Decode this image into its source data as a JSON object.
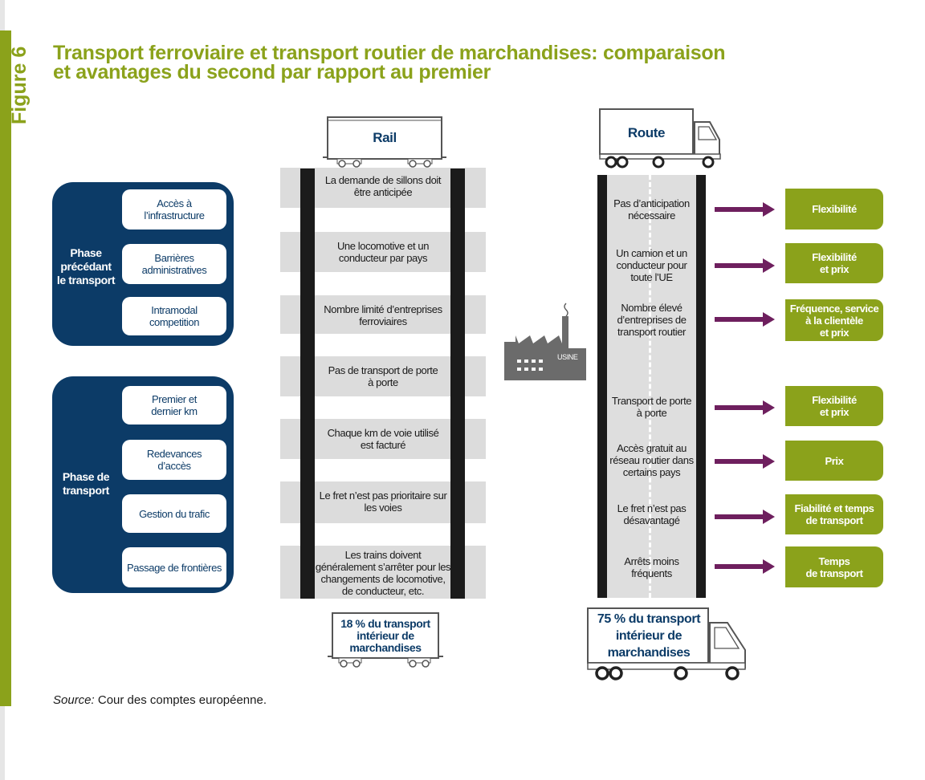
{
  "figure_label": "Figure 6",
  "title_line1": "Transport ferroviaire et transport routier de marchandises: comparaison",
  "title_line2": "et avantages du second par rapport au premier",
  "phases": {
    "pre": {
      "label": "Phase\nprécédant\nle transport",
      "items": [
        "Accès à\nl’infrastructure",
        "Barrières\nadministratives",
        "Intramodal\ncompetition"
      ]
    },
    "transport": {
      "label": "Phase de\ntransport",
      "items": [
        "Premier et\ndernier km",
        "Redevances\nd’accès",
        "Gestion du trafic",
        "Passage de frontières"
      ]
    }
  },
  "rail": {
    "title": "Rail",
    "items": [
      "La demande de sillons doit\nêtre anticipée",
      "Une locomotive et un\nconducteur par pays",
      "Nombre limité d’entreprises\nferroviaires",
      "Pas de transport de porte\nà porte",
      "Chaque km de voie utilisé\nest facturé",
      "Le fret n’est pas prioritaire sur\nles voies",
      "Les trains doivent\ngénéralement s’arrêter pour les\nchangements de locomotive,\nde conducteur, etc."
    ],
    "share": "18 % du transport\nintérieur de\nmarchandises"
  },
  "factory_label": "USINE",
  "road": {
    "title": "Route",
    "items": [
      "Pas d’anticipation\nnécessaire",
      "Un camion et un\nconducteur pour\ntoute l’UE",
      "Nombre élevé\nd’entreprises de\ntransport routier",
      "Transport de porte\nà porte",
      "Accès gratuit au\nréseau routier dans\ncertains pays",
      "Le fret n’est pas\ndésavantagé",
      "Arrêts moins\nfréquents"
    ],
    "share": "75 % du transport\nintérieur de\nmarchandises"
  },
  "advantages": [
    "Flexibilité",
    "Flexibilité\net prix",
    "Fréquence, service\nà la clientèle\net prix",
    "Flexibilité\net prix",
    "Prix",
    "Fiabilité et temps\nde transport",
    "Temps\nde transport"
  ],
  "source_label": "Source:",
  "source_text": " Cour des comptes européenne.",
  "colors": {
    "green": "#8ba21b",
    "navy": "#0c3b67",
    "purple": "#6e1f5e",
    "grey": "#dcdcdc"
  }
}
